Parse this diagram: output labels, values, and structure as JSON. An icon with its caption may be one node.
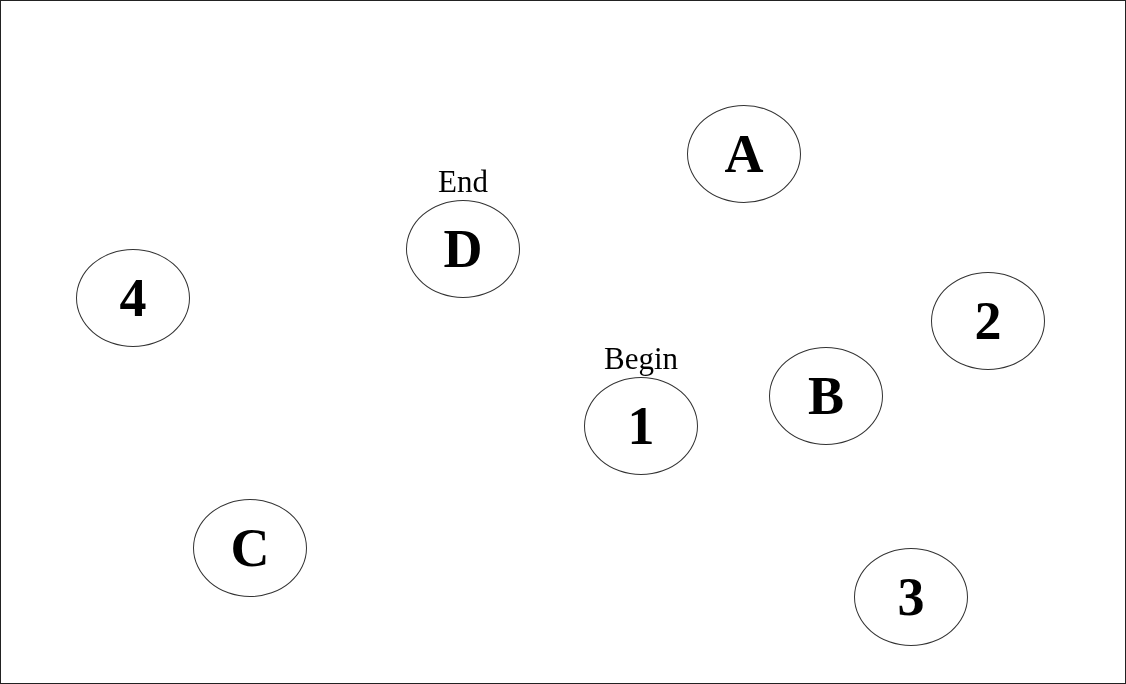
{
  "diagram": {
    "nodes": [
      {
        "text": [
          "A"
        ]
      },
      {
        "text": [
          "D"
        ],
        "beside": [
          "End"
        ]
      },
      {
        "text": [
          "4"
        ]
      },
      {
        "text": [
          "2"
        ]
      },
      {
        "text": [
          "B"
        ]
      },
      {
        "text": [
          "1"
        ],
        "beside": [
          "Begin"
        ]
      },
      {
        "text": [
          "C"
        ]
      },
      {
        "text": [
          "3"
        ]
      }
    ]
  }
}
